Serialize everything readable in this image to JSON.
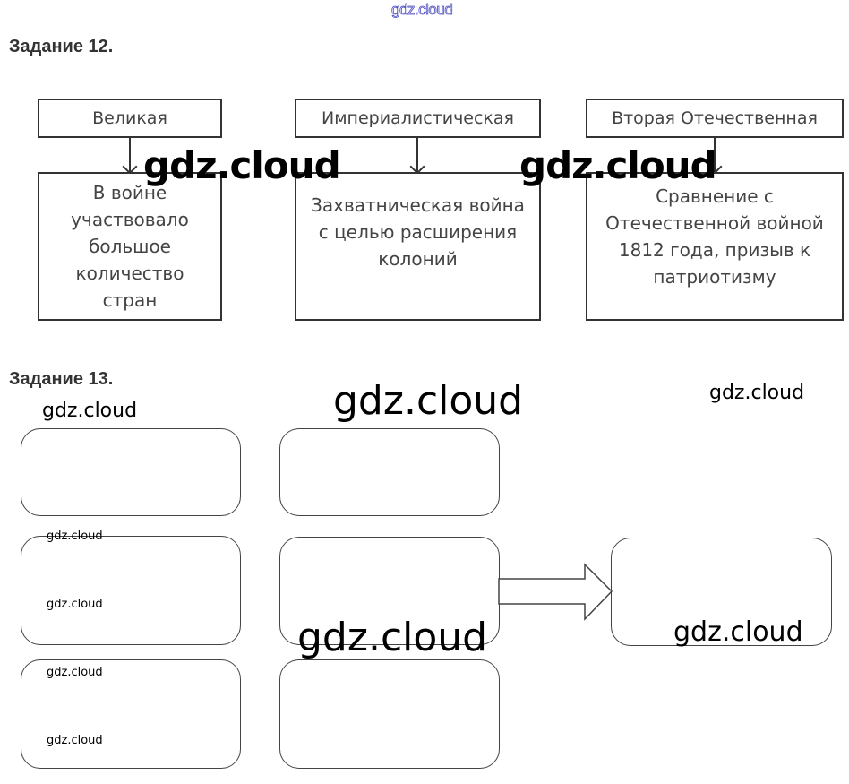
{
  "watermark": {
    "top": "gdz.cloud",
    "text": "gdz.cloud"
  },
  "task12": {
    "title": "Задание 12.",
    "columns": [
      {
        "heading": "Великая",
        "description": "В войне участвовало большое количество стран",
        "lines": [
          "В войне",
          "участвовало",
          "большое",
          "количество",
          "стран"
        ]
      },
      {
        "heading": "Империалистическая",
        "description": "Захватническая война с целью расширения колоний",
        "lines": [
          "Захватническая война",
          "с целью расширения",
          "колоний"
        ]
      },
      {
        "heading": "Вторая Отечественная",
        "description": "Сравнение с Отечественной войной 1812 года, призыв к патриотизму",
        "lines": [
          "Сравнение с",
          "Отечественной войной",
          "1812 года, призыв к",
          "патриотизму"
        ]
      }
    ]
  },
  "task13": {
    "title": "Задание 13.",
    "left_column_boxes": [
      "",
      "",
      ""
    ],
    "middle_column_boxes": [
      "",
      "",
      ""
    ],
    "result_box": "",
    "arrow": "block-arrow-right"
  }
}
